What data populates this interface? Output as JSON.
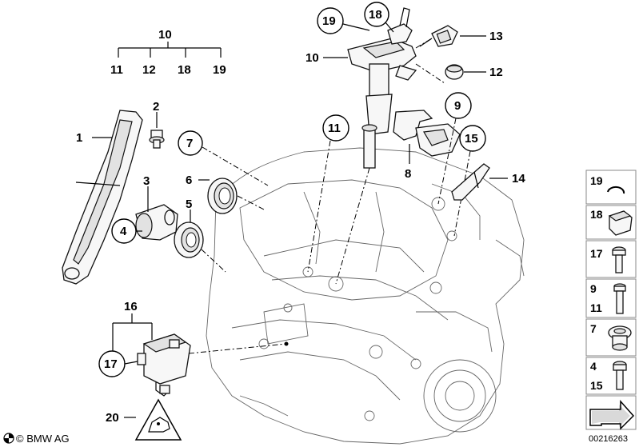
{
  "callouts": {
    "c1": "1",
    "c2": "2",
    "c3": "3",
    "c4": "4",
    "c5": "5",
    "c6": "6",
    "c7": "7",
    "c8": "8",
    "c9": "9",
    "c10_top": "10",
    "c10_grp": "10",
    "c11_grp": "11",
    "c11": "11",
    "c12_grp": "12",
    "c12": "12",
    "c13": "13",
    "c14": "14",
    "c15": "15",
    "c16": "16",
    "c17": "17",
    "c18_grp": "18",
    "c18": "18",
    "c19_grp": "19",
    "c19": "19",
    "c20": "20"
  },
  "legend": {
    "r19": "19",
    "r18": "18",
    "r17": "17",
    "r9": "9",
    "r11": "11",
    "r7": "7",
    "r4": "4",
    "r15": "15"
  },
  "footer": {
    "copyright": "© BMW AG",
    "ref_number": "00216263"
  },
  "icons": [
    "bmw-logo",
    "arrow-icon",
    "warning-triangle-icon"
  ]
}
